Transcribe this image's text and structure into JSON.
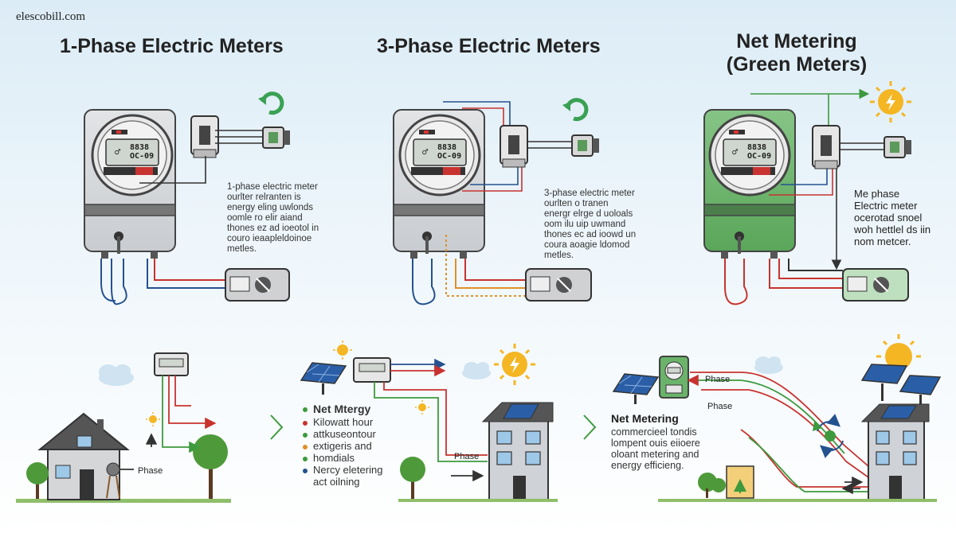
{
  "site_name": "elescobill.com",
  "panels": [
    {
      "title": "1-Phase Electric Meters",
      "description": "1-phase electric meter\nourlter relranten is\nenergy eling uwlonds\noomle ro elir aiand\nthones ez ad ioeotol in\ncouro ieaapleldoinoe\nmetles.",
      "meter_display": "8838\nOC-09",
      "house_label": "Phase"
    },
    {
      "title": "3-Phase Electric Meters",
      "description": "3-phase electric meter\nourlten o tranen\nenergr elrge d uoloals\noom ilu uip uwmand\nthones ec ad ioowd un\ncoura aoagie ldomod\nmetles.",
      "meter_display": "8838\nOC-09",
      "scene_label": "Phase",
      "bullet_title": "Net Mtergy",
      "bullets": [
        "Kilowatt hour",
        "attkuseontour",
        "extigeris and",
        "homdials",
        "Nercy eletering",
        "act oilning"
      ]
    },
    {
      "title": "Net Metering\n(Green Meters)",
      "description": "Me phase\nElectric meter\nocerotad snoel\nwoh hettlel ds iin\nnom metcer.",
      "meter_display": "8838\nOC-09",
      "scene_title": "Net Metering",
      "scene_text": "commercieel tondis\nlompent ouis eiioere\noloant metering and\nenergy efficieng.",
      "phase_labels": [
        "Phase",
        "Phase"
      ]
    }
  ],
  "colors": {
    "meter_gray": "#d7d9db",
    "meter_green": "#6bb36b",
    "wire_red": "#c8332f",
    "wire_blue": "#25518f",
    "wire_green": "#3d9a3d",
    "wire_orange": "#e0902a",
    "sun": "#f5b623",
    "arrow_green": "#3aa154"
  },
  "bullet_colors": [
    "#3d9a3d",
    "#c8332f",
    "#3d9a3d",
    "#e0902a",
    "#3d9a3d",
    "#25518f"
  ]
}
